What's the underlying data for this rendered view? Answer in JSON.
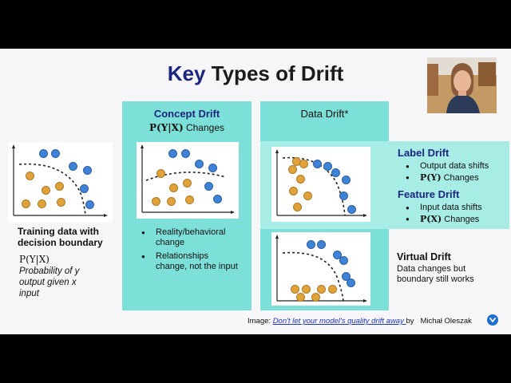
{
  "title": {
    "accent": "Key",
    "rest": " Types of Drift"
  },
  "left": {
    "caption": "Training data with decision boundary",
    "formula": "P(Y|X)",
    "formula_desc": "Probability of y output given x input"
  },
  "concept": {
    "title": "Concept Drift",
    "formula": "P(Y|X)",
    "suffix": " Changes",
    "bullets": [
      "Reality/behavioral change",
      "Relationships change, not the input"
    ]
  },
  "data_drift": {
    "title": "Data Drift*"
  },
  "label_drift": {
    "title": "Label Drift",
    "bullet1": "Output data shifts",
    "formula": "P(Y)",
    "suffix": " Changes"
  },
  "feature_drift": {
    "title": "Feature Drift",
    "bullet1": "Input data shifts",
    "formula": "P(X)",
    "suffix": " Changes"
  },
  "virtual_drift": {
    "title": "Virtual Drift",
    "desc": "Data changes but boundary still works"
  },
  "credit": {
    "prefix": "Image: ",
    "link": "Don't let your model's quality drift away ",
    "by": "by",
    "author": "Michał Oleszak"
  },
  "colors": {
    "accent": "#1c2580",
    "panel": "#7ce0d8",
    "blue_point": "#3e83d6",
    "orange_point": "#e0a33c"
  },
  "icons": {
    "logo": "logo-icon",
    "presenter": "presenter-video"
  }
}
